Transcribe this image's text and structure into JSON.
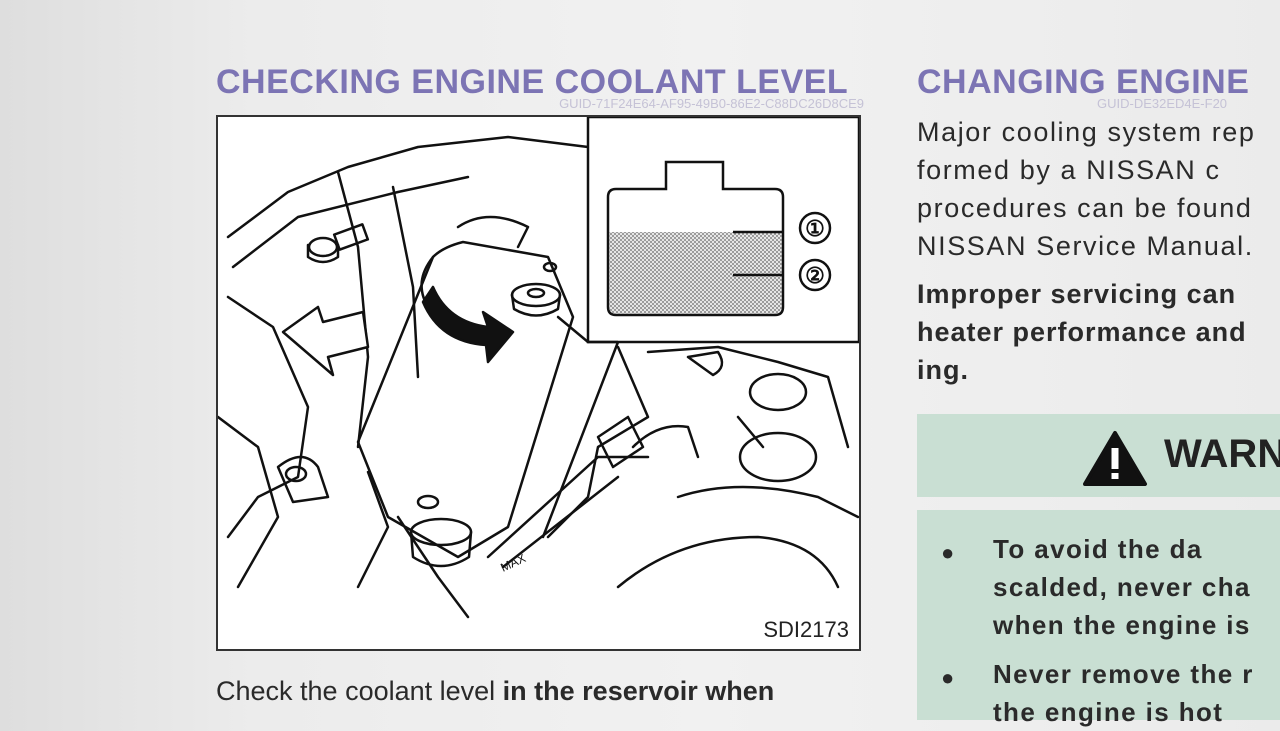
{
  "left": {
    "heading": "CHECKING ENGINE COOLANT LEVEL",
    "guid": "GUID-71F24E64-AF95-49B0-86E2-C88DC26D8CE9",
    "figure_code": "SDI2173",
    "label_one": "①",
    "label_two": "②",
    "max_label": "MAX",
    "body_plain": "Check the coolant level ",
    "body_bold": "in the reservoir when"
  },
  "right": {
    "heading": "CHANGING ENGINE",
    "guid": "GUID-DE32ED4E-F20",
    "para1_lines": [
      "Major cooling system rep",
      "formed by a NISSAN c",
      "procedures can be found",
      "NISSAN Service Manual."
    ],
    "para2_lines": [
      "Improper servicing can",
      "heater performance and",
      "ing."
    ],
    "warning_title": "WARN",
    "bullets": [
      {
        "lines": [
          "To avoid the da",
          "scalded, never cha",
          "when the engine is"
        ]
      },
      {
        "lines": [
          "Never remove the r",
          "the engine is hot"
        ]
      }
    ]
  }
}
